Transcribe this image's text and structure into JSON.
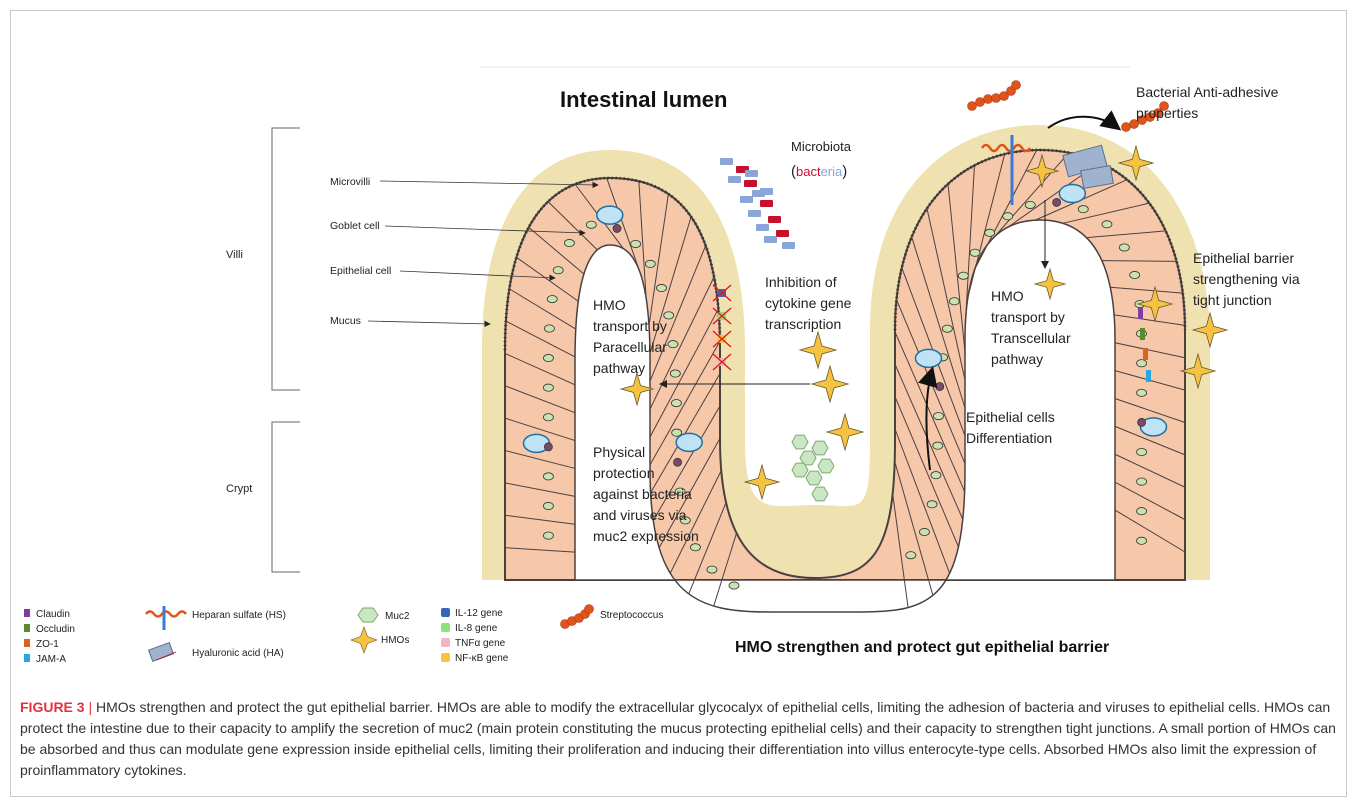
{
  "diagram": {
    "lumen_label": "Intestinal lumen",
    "region_labels": {
      "villi": "Villi",
      "crypt": "Crypt"
    },
    "structure_labels": [
      "Microvilli",
      "Goblet cell",
      "Epithelial cell",
      "Mucus"
    ],
    "microbiota": {
      "line1": "Microbiota",
      "paren_open": "(",
      "bact_red": "bact",
      "bact_blue": "eria",
      "paren_close": ")"
    },
    "annotations": {
      "anti_adhesive": [
        "Bacterial Anti-adhesive",
        "properties"
      ],
      "inhibition": [
        "Inhibition of",
        "cytokine gene",
        "transcription"
      ],
      "paracellular": [
        "HMO",
        "transport by",
        "Paracellular",
        "pathway"
      ],
      "transcellular": [
        "HMO",
        "transport by",
        "Transcellular",
        "pathway"
      ],
      "barrier": [
        "Epithelial barrier",
        "strengthening via",
        "tight junction"
      ],
      "differentiation": [
        "Epithelial cells",
        "Differentiation"
      ],
      "physical": [
        "Physical",
        "protection",
        "against bacteria",
        "and viruses via",
        "muc2 expression"
      ]
    },
    "legend": {
      "tight_junctions": [
        {
          "label": "Claudin",
          "color": "#7b3fa0"
        },
        {
          "label": "Occludin",
          "color": "#5a8a2e"
        },
        {
          "label": "ZO-1",
          "color": "#d9621e"
        },
        {
          "label": "JAM-A",
          "color": "#29a8e0"
        }
      ],
      "hs": "Heparan sulfate (HS)",
      "ha": "Hyaluronic acid (HA)",
      "muc2": "Muc2",
      "hmos": "HMOs",
      "genes": [
        {
          "label": "IL-12 gene",
          "color": "#3a66b8"
        },
        {
          "label": "IL-8 gene",
          "color": "#8ee07a"
        },
        {
          "label": "TNFα gene",
          "color": "#f5b5c0"
        },
        {
          "label": "NF-κB gene",
          "color": "#f5c542"
        }
      ],
      "streptococcus": "Streptococcus"
    },
    "main_title": "HMO strengthen and protect gut epithelial barrier"
  },
  "caption": {
    "label": "FIGURE 3",
    "separator": " | ",
    "text": "HMOs strengthen and protect the gut epithelial barrier. HMOs are able to modify the extracellular glycocalyx of epithelial cells, limiting the adhesion of bacteria and viruses to epithelial cells. HMOs can protect the intestine due to their capacity to amplify the secretion of muc2 (main protein constituting the mucus protecting epithelial cells) and their capacity to strengthen tight junctions. A small portion of HMOs can be absorbed and thus can modulate gene expression inside epithelial cells, limiting their proliferation and inducing their differentiation into villus enterocyte-type cells. Absorbed HMOs also limit the expression of proinflammatory cytokines."
  },
  "colors": {
    "mucus": "#efe2b0",
    "cell": "#f7c7aa",
    "cell_outline": "#4a4040",
    "goblet": "#bfe3f5",
    "hmo_star": "#f5c242",
    "bacteria_red": "#c8102e",
    "bacteria_blue": "#8aa6d8",
    "strep": "#e2531c"
  }
}
